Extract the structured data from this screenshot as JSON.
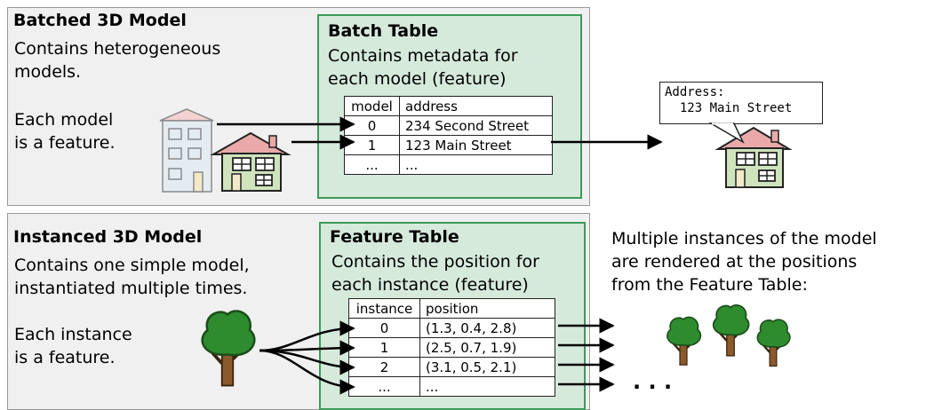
{
  "batched": {
    "title": "Batched 3D Model",
    "desc1": "Contains heterogeneous\nmodels.",
    "desc2": "Each model\nis a feature."
  },
  "batch_table": {
    "title": "Batch Table",
    "desc": "Contains metadata for\neach model (feature)",
    "headers": [
      "model",
      "address"
    ],
    "rows": [
      [
        "0",
        "234 Second Street"
      ],
      [
        "1",
        "123 Main Street"
      ],
      [
        "...",
        "..."
      ]
    ]
  },
  "callout": {
    "label": "Address:",
    "value": "123 Main Street"
  },
  "instanced": {
    "title": "Instanced 3D Model",
    "desc1": "Contains one simple model,\ninstantiated multiple times.",
    "desc2": "Each instance\nis a feature."
  },
  "feature_table": {
    "title": "Feature Table",
    "desc": "Contains the position for\neach instance (feature)",
    "headers": [
      "instance",
      "position"
    ],
    "rows": [
      [
        "0",
        "(1.3, 0.4, 2.8)"
      ],
      [
        "1",
        "(2.5, 0.7, 1.9)"
      ],
      [
        "2",
        "(3.1, 0.5, 2.1)"
      ],
      [
        "...",
        "..."
      ]
    ]
  },
  "right_note": {
    "line1": "Multiple instances of the model",
    "line2": "are rendered at the positions",
    "line3": "from the Feature Table:"
  },
  "ellipsis": ". . .",
  "colors": {
    "table_border": "#3c9a58",
    "table_bg": "#d6eadc",
    "house_wall": "#cfe3bd",
    "house_roof": "#e9a9a9",
    "building_faded": "#e4ecf2",
    "tree_leaf": "#2e8b2e",
    "tree_trunk": "#8b5a2b"
  }
}
